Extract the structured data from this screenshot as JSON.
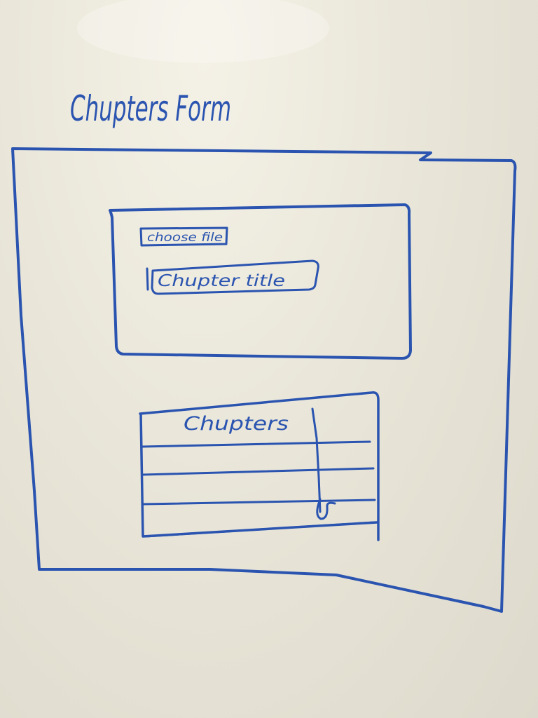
{
  "page_title": "Chupters Form",
  "form": {
    "choose_file_label": "choose file",
    "chapter_title_label": "Chupter title"
  },
  "chapters_table": {
    "header": "Chupters",
    "rows": [
      "",
      "",
      ""
    ],
    "scrollbar_present": true
  },
  "colors": {
    "marker": "#2a54b0",
    "board": "#e9e6d9"
  }
}
